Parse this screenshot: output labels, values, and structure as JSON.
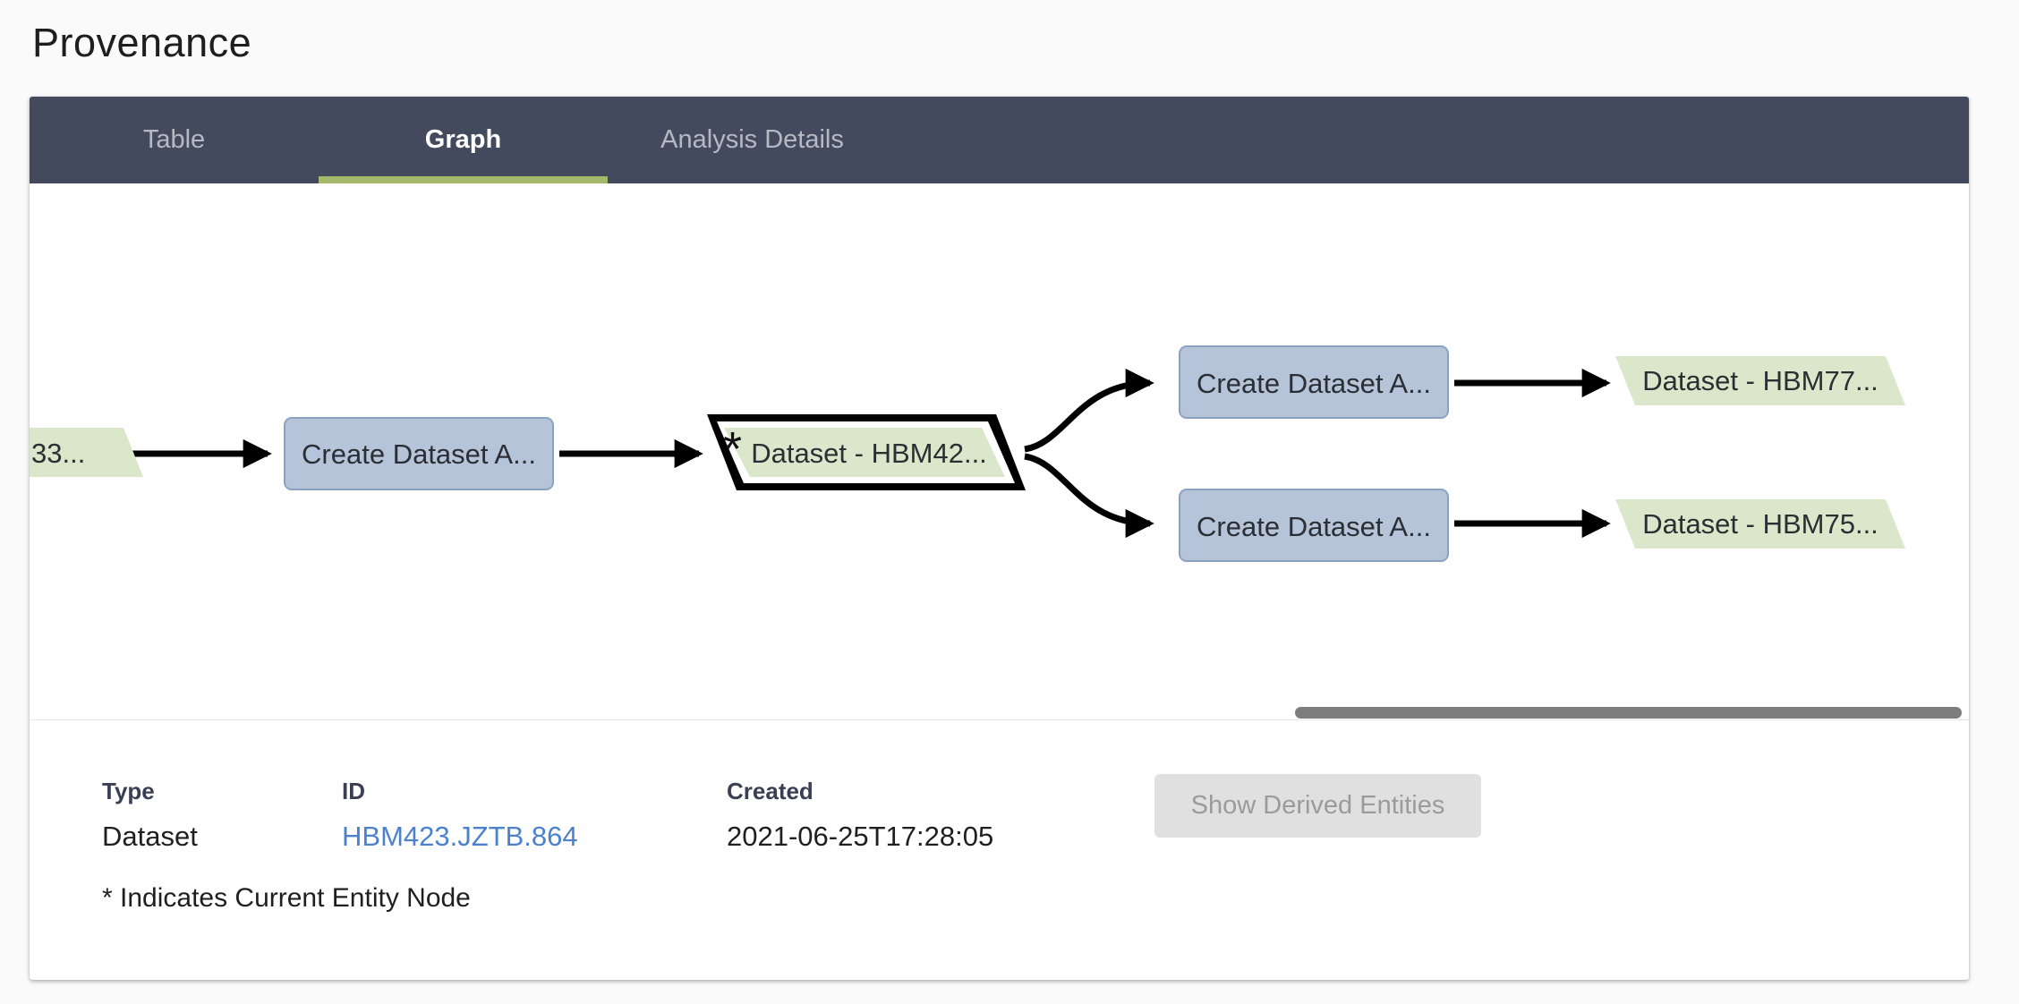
{
  "page": {
    "title": "Provenance"
  },
  "tabs": {
    "table": "Table",
    "graph": "Graph",
    "analysis": "Analysis Details"
  },
  "graph": {
    "nodes": {
      "ancestor_dataset": "33...",
      "activity_left": "Create Dataset A...",
      "current_marker": "*",
      "current_dataset": "Dataset - HBM42...",
      "activity_top": "Create Dataset A...",
      "activity_bottom": "Create Dataset A...",
      "derived_top": "Dataset - HBM77...",
      "derived_bottom": "Dataset - HBM75..."
    }
  },
  "details": {
    "type_label": "Type",
    "type_value": "Dataset",
    "id_label": "ID",
    "id_value": "HBM423.JZTB.864",
    "created_label": "Created",
    "created_value": "2021-06-25T17:28:05",
    "show_derived_button": "Show Derived Entities",
    "note": "* Indicates Current Entity Node"
  },
  "colors": {
    "tab_bar": "#444a5e",
    "active_tab_indicator": "#a4b96a",
    "entity_node_fill": "#dbe7cb",
    "current_node_border": "#000000",
    "activity_node_fill": "#b5c4d9",
    "activity_node_border": "#8ba3c1",
    "arrow": "#000000",
    "link": "#4c82cc",
    "disabled_button_bg": "#e0e0e0",
    "disabled_button_text": "#9b9b9b",
    "scrollbar_thumb": "#7d7d7d"
  }
}
